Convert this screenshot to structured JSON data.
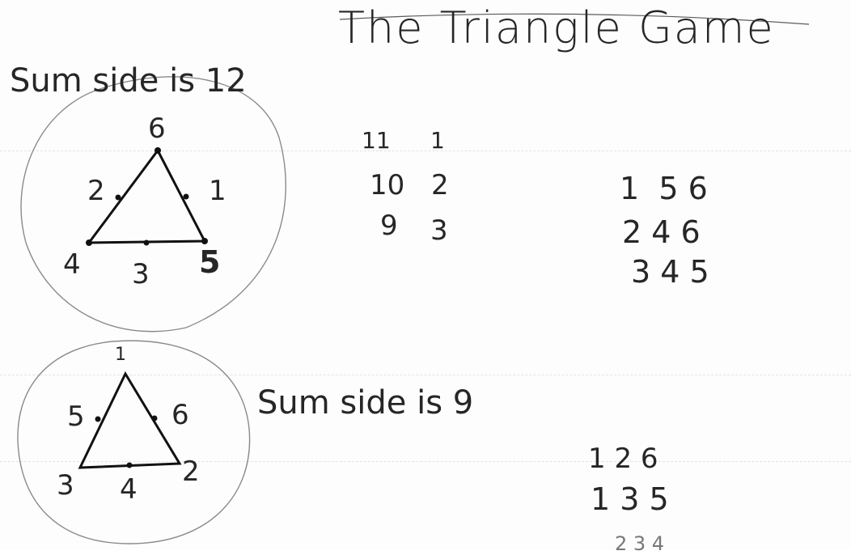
{
  "title": "The Triangle Game",
  "puzzle_a": {
    "label": "Sum side is 12",
    "vertices": {
      "top": "6",
      "bottom_left": "4",
      "bottom_right": "5"
    },
    "midpoints": {
      "left": "2",
      "right": "1",
      "bottom": "3"
    }
  },
  "puzzle_b": {
    "label": "Sum side is 9",
    "vertices": {
      "top": "1",
      "bottom_left": "3",
      "bottom_right": "2"
    },
    "midpoints": {
      "left": "5",
      "right": "6",
      "bottom": "4"
    }
  },
  "pairs_a": [
    {
      "left": "11",
      "right": "1"
    },
    {
      "left": "10",
      "right": "2"
    },
    {
      "left": "9",
      "right": "3"
    }
  ],
  "triples_a": [
    "1  5 6",
    "2 4 6",
    "3 4 5"
  ],
  "triples_b": [
    "1 2 6",
    "1 3 5",
    "2 3 4"
  ]
}
